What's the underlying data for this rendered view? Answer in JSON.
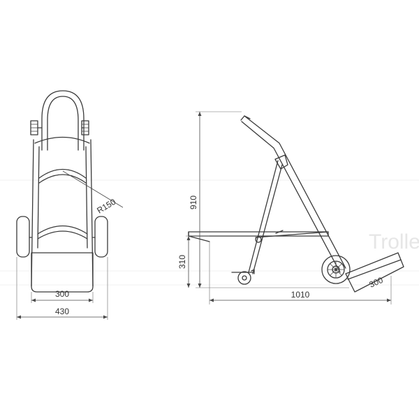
{
  "colors": {
    "line": "#3a3a3a",
    "dimension_text": "#333333",
    "ghost": "#e6e6e6",
    "background": "#ffffff"
  },
  "front_view": {
    "radius_label": "R150",
    "inner_width_label": "300",
    "overall_width_label": "430"
  },
  "side_view": {
    "height_label": "910",
    "platform_height_label": "310",
    "length_label": "1010",
    "nose_plate_label": "300"
  },
  "background_bleed": {
    "trolley_text": "Trolle"
  }
}
